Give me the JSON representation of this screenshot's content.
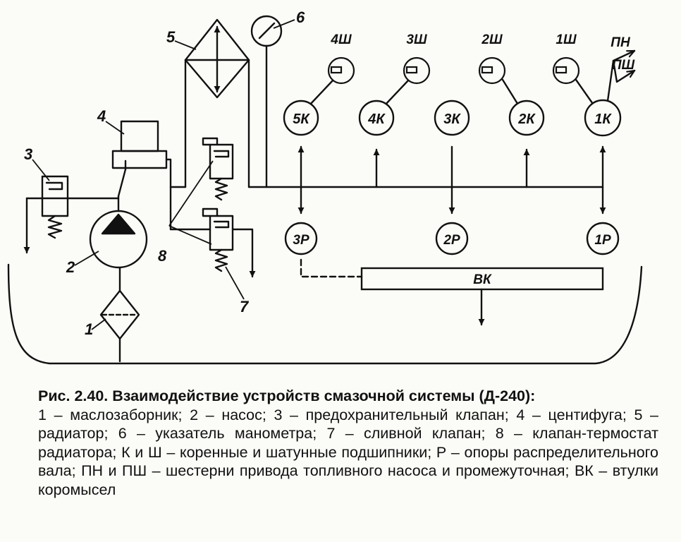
{
  "diagram": {
    "labels": {
      "n1": "1",
      "n2": "2",
      "n3": "3",
      "n4": "4",
      "n5": "5",
      "n6": "6",
      "n7": "7",
      "n8": "8"
    },
    "bearings": {
      "main": [
        "1К",
        "2К",
        "3К",
        "4К",
        "5К"
      ],
      "rod": [
        "1Ш",
        "2Ш",
        "3Ш",
        "4Ш"
      ],
      "cam": [
        "1Р",
        "2Р",
        "3Р"
      ]
    },
    "rocker": "ВК",
    "gears": {
      "pn": "ПН",
      "psh": "ПШ"
    }
  },
  "caption": {
    "title": "Рис. 2.40. Взаимодействие устройств смазочной системы (Д-240):",
    "legend": "1 – маслозаборник; 2 – насос; 3 – предохранительный клапан; 4 – центифуга; 5 – радиатор; 6 – указатель манометра; 7 – сливной клапан; 8 – клапан-термостат радиатора; К и Ш – коренные и шатунные подшипники; Р – опоры распределительного вала; ПН и ПШ – шестерни привода топливного насоса и промежуточная; ВК – втулки коромысел"
  }
}
